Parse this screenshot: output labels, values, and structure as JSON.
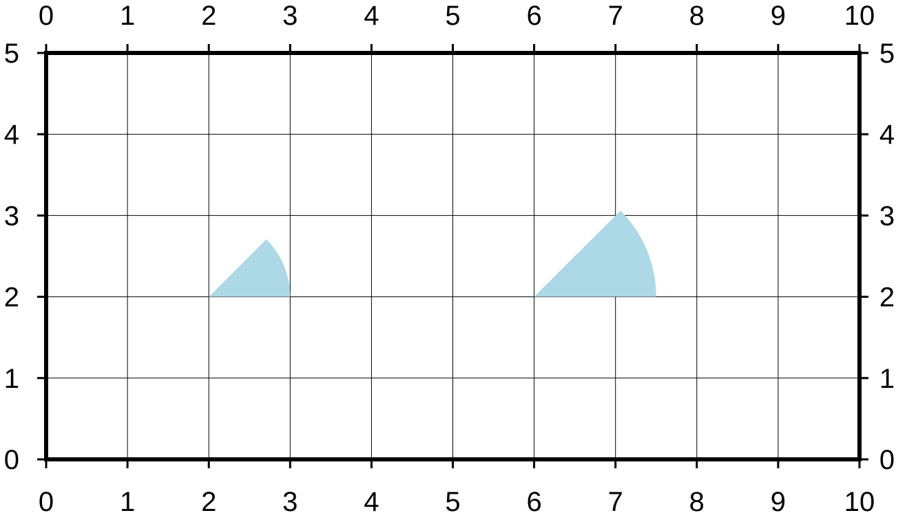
{
  "chart_data": {
    "type": "scatter",
    "title": "",
    "xlabel": "",
    "ylabel": "",
    "xlim": [
      0,
      10
    ],
    "ylim": [
      0,
      5
    ],
    "x_ticks": [
      0,
      1,
      2,
      3,
      4,
      5,
      6,
      7,
      8,
      9,
      10
    ],
    "y_ticks": [
      0,
      1,
      2,
      3,
      4,
      5
    ],
    "x_tick_labels": [
      "0",
      "1",
      "2",
      "3",
      "4",
      "5",
      "6",
      "7",
      "8",
      "9",
      "10"
    ],
    "y_tick_labels": [
      "0",
      "1",
      "2",
      "3",
      "4",
      "5"
    ],
    "grid": true,
    "axes_shown_on": [
      "bottom",
      "top",
      "left",
      "right"
    ],
    "fill_color": "#add8e6",
    "wedges": [
      {
        "x": 2,
        "y": 2,
        "radius": 1.0,
        "start_angle_deg": 0,
        "end_angle_deg": 45
      },
      {
        "x": 6,
        "y": 2,
        "radius": 1.5,
        "start_angle_deg": 0,
        "end_angle_deg": 45
      }
    ]
  }
}
